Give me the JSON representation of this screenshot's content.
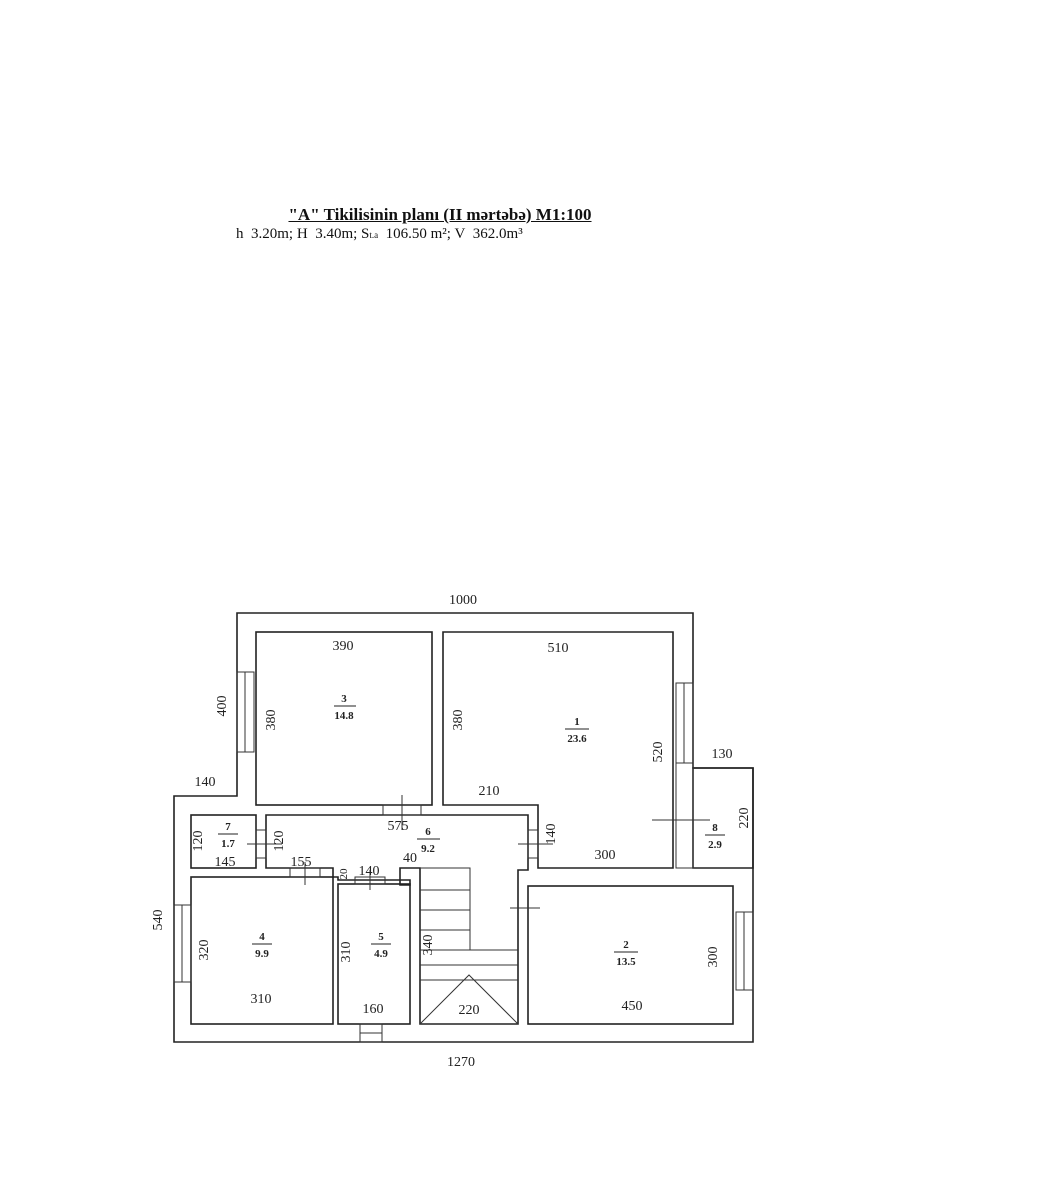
{
  "header": {
    "title": "\"A\" Tikilisinin planı (II mərtəbə) M1:100",
    "h_label": "h",
    "h_value": "3.20m;",
    "H_label": "H",
    "H_value": "3.40m;",
    "S_label": "S",
    "S_sub": "t.a",
    "S_value": "106.50 m²;",
    "V_label": "V",
    "V_value": "362.0m³"
  },
  "rooms": [
    {
      "number": "1",
      "area": "23.6"
    },
    {
      "number": "2",
      "area": "13.5"
    },
    {
      "number": "3",
      "area": "14.8"
    },
    {
      "number": "4",
      "area": "9.9"
    },
    {
      "number": "5",
      "area": "4.9"
    },
    {
      "number": "6",
      "area": "9.2"
    },
    {
      "number": "7",
      "area": "1.7"
    },
    {
      "number": "8",
      "area": "2.9"
    }
  ],
  "dimensions": {
    "top_total": "1000",
    "bottom_total": "1270",
    "left_upper": "400",
    "left_lower": "540",
    "step_left": "140",
    "step_right": "130",
    "room8_height": "220",
    "r3_w": "390",
    "r3_h": "380",
    "r1_w": "510",
    "r1_h_left": "380",
    "r1_h_right": "520",
    "r1_notch": "210",
    "r1_bottom": "300",
    "corr_len": "575",
    "corr_h": "140",
    "corr_40": "40",
    "r7_h": "120",
    "r7_w": "145",
    "corr_left_h": "120",
    "door_155": "155",
    "door_20": "20",
    "door_140": "140",
    "r4_h": "320",
    "r4_w": "310",
    "r5_h": "310",
    "r5_w": "160",
    "stair_h": "340",
    "stair_w": "220",
    "r2_w": "450",
    "r2_h": "300"
  }
}
